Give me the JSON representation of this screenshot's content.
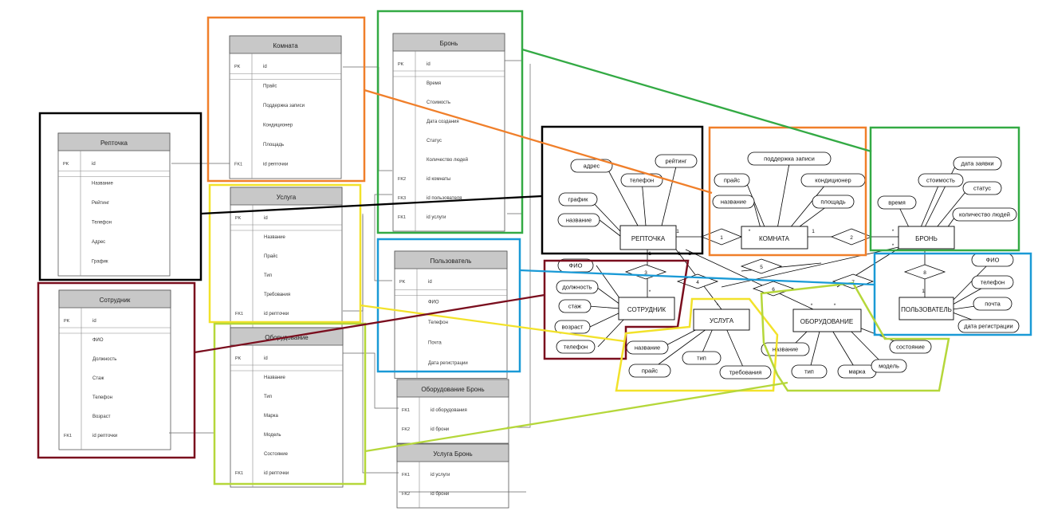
{
  "tables": [
    {
      "title": "Комната",
      "rows": [
        {
          "key": "PK",
          "field": "id"
        },
        {
          "key": "",
          "field": "Прайс"
        },
        {
          "key": "",
          "field": "Поддержка записи"
        },
        {
          "key": "",
          "field": "Кондиционер"
        },
        {
          "key": "",
          "field": "Площадь"
        },
        {
          "key": "FK1",
          "field": "id репточки"
        }
      ]
    },
    {
      "title": "Бронь",
      "rows": [
        {
          "key": "PK",
          "field": "id"
        },
        {
          "key": "",
          "field": "Время"
        },
        {
          "key": "",
          "field": "Стоимость"
        },
        {
          "key": "",
          "field": "Дата создания"
        },
        {
          "key": "",
          "field": "Статус"
        },
        {
          "key": "",
          "field": "Количество людей"
        },
        {
          "key": "FK2",
          "field": "id комнаты"
        },
        {
          "key": "FK3",
          "field": "id пользователя"
        },
        {
          "key": "FK1",
          "field": "id услуги"
        }
      ]
    },
    {
      "title": "Репточка",
      "rows": [
        {
          "key": "PK",
          "field": "id"
        },
        {
          "key": "",
          "field": "Название"
        },
        {
          "key": "",
          "field": "Рейтинг"
        },
        {
          "key": "",
          "field": "Телефон"
        },
        {
          "key": "",
          "field": "Адрес"
        },
        {
          "key": "",
          "field": "График"
        }
      ]
    },
    {
      "title": "Услуга",
      "rows": [
        {
          "key": "PK",
          "field": "id"
        },
        {
          "key": "",
          "field": "Название"
        },
        {
          "key": "",
          "field": "Прайс"
        },
        {
          "key": "",
          "field": "Тип"
        },
        {
          "key": "",
          "field": "Требования"
        },
        {
          "key": "FK1",
          "field": "id репточки"
        }
      ]
    },
    {
      "title": "Пользователь",
      "rows": [
        {
          "key": "PK",
          "field": "id"
        },
        {
          "key": "",
          "field": "ФИО"
        },
        {
          "key": "",
          "field": "Телефон"
        },
        {
          "key": "",
          "field": "Почта"
        },
        {
          "key": "",
          "field": "Дата регистрации"
        }
      ]
    },
    {
      "title": "Сотрудник",
      "rows": [
        {
          "key": "PK",
          "field": "id"
        },
        {
          "key": "",
          "field": "ФИО"
        },
        {
          "key": "",
          "field": "Должность"
        },
        {
          "key": "",
          "field": "Стаж"
        },
        {
          "key": "",
          "field": "Телефон"
        },
        {
          "key": "",
          "field": "Возраст"
        },
        {
          "key": "FK1",
          "field": "id репточки"
        }
      ]
    },
    {
      "title": "Оборудование",
      "rows": [
        {
          "key": "PK",
          "field": "id"
        },
        {
          "key": "",
          "field": "Название"
        },
        {
          "key": "",
          "field": "Тип"
        },
        {
          "key": "",
          "field": "Марка"
        },
        {
          "key": "",
          "field": "Модель"
        },
        {
          "key": "",
          "field": "Состояние"
        },
        {
          "key": "FK1",
          "field": "id репточки"
        }
      ]
    },
    {
      "title": "Оборудование Бронь",
      "rows": [
        {
          "key": "FK1",
          "field": "id оборудования"
        },
        {
          "key": "FK2",
          "field": "id брони"
        }
      ]
    },
    {
      "title": "Услуга Бронь",
      "rows": [
        {
          "key": "FK1",
          "field": "id услуги"
        },
        {
          "key": "FK2",
          "field": "id брони"
        }
      ]
    }
  ],
  "entities": [
    {
      "id": "rep",
      "label": "РЕПТОЧКА",
      "attributes": [
        "адрес",
        "телефон",
        "рейтинг",
        "график",
        "название"
      ]
    },
    {
      "id": "room",
      "label": "КОМНАТА",
      "attributes": [
        "поддержка записи",
        "прайс",
        "кондиционер",
        "название",
        "площадь"
      ]
    },
    {
      "id": "bron",
      "label": "БРОНЬ",
      "attributes": [
        "дата заявки",
        "стоимость",
        "статус",
        "время",
        "количество людей"
      ]
    },
    {
      "id": "sotr",
      "label": "СОТРУДНИК",
      "attributes": [
        "ФИО",
        "должность",
        "стаж",
        "возраст",
        "телефон"
      ]
    },
    {
      "id": "usl",
      "label": "УСЛУГА",
      "attributes": [
        "название",
        "тип",
        "прайс",
        "требования"
      ]
    },
    {
      "id": "obor",
      "label": "ОБОРУДОВАНИЕ",
      "attributes": [
        "название",
        "тип",
        "марка",
        "модель",
        "состояние"
      ]
    },
    {
      "id": "user",
      "label": "ПОЛЬЗОВАТЕЛЬ",
      "attributes": [
        "ФИО",
        "телефон",
        "почта",
        "дата регистрации"
      ]
    }
  ],
  "relationships": [
    "1",
    "2",
    "3",
    "4",
    "5",
    "6",
    "7",
    "8"
  ],
  "cardinalities": [
    "1",
    "*",
    "1",
    "*",
    "1",
    "*",
    "1",
    "*",
    "1",
    "*",
    "*",
    "*",
    "1"
  ],
  "colors": {
    "orange": "#F07F2A",
    "green": "#33AA44",
    "black": "#000000",
    "yellow": "#F2E22A",
    "blue": "#1A9AD6",
    "darkred": "#7A0E1E",
    "lime": "#B5D73A",
    "header": "#C8C8C8"
  }
}
